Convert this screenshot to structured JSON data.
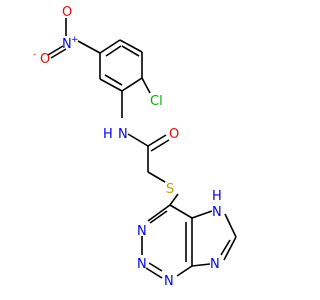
{
  "molecule": {
    "colors": {
      "bond": "#000000",
      "N": "#0000ff",
      "O": "#ff0000",
      "Cl": "#00b000",
      "S": "#b8a000"
    },
    "labels": {
      "nitro_O_minus": "O",
      "nitro_N_plus": "N",
      "nitro_O": "O",
      "Cl": "Cl",
      "NH": "H",
      "NH_N": "N",
      "carbonyl_O": "O",
      "S": "S",
      "NH_purine_H": "H",
      "NH_purine_N": "N",
      "N_left_top": "N",
      "N_left_bottom": "N",
      "N_bottom_right": "N",
      "N_right": "N"
    },
    "charges": {
      "minus": "-",
      "plus": "+"
    }
  }
}
